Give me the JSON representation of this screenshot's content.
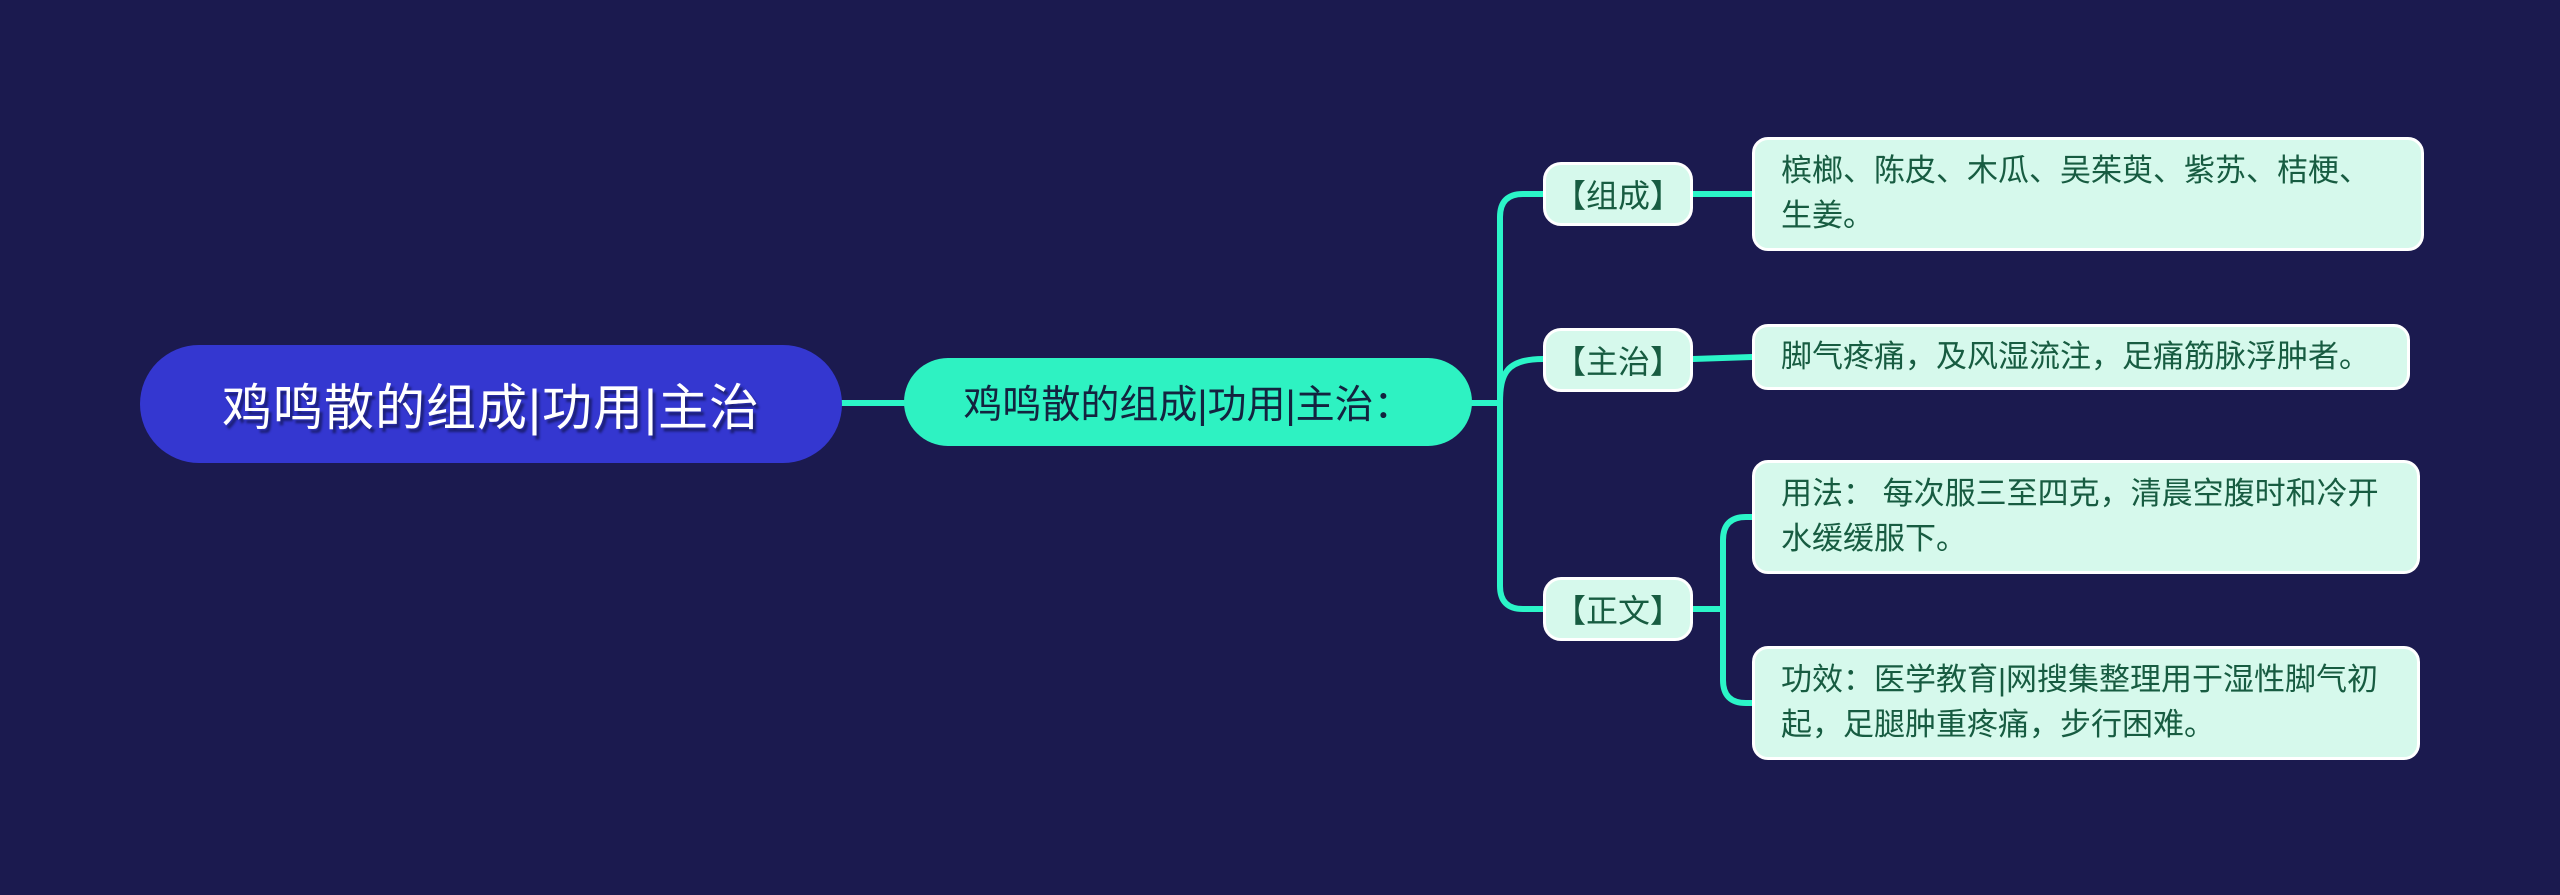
{
  "diagram": {
    "type": "mindmap",
    "title": "鸡鸣散的组成|功用|主治"
  },
  "colors": {
    "background": "#1b1a4f",
    "root_fill": "#3437d0",
    "root_text": "#ffffff",
    "topic_fill": "#2ef2c2",
    "topic_text": "#13233f",
    "branch_fill": "#d6f9ec",
    "branch_border": "#ffffff",
    "branch_text": "#175c41",
    "connector": "#2bf5c8"
  },
  "root": {
    "label": "鸡鸣散的组成|功用|主治"
  },
  "topic": {
    "label": "鸡鸣散的组成|功用|主治："
  },
  "branches": [
    {
      "label": "【组成】",
      "items": [
        {
          "text": "槟榔、陈皮、木瓜、吴茱萸、紫苏、桔梗、生姜。"
        }
      ]
    },
    {
      "label": "【主治】",
      "items": [
        {
          "text": "脚气疼痛，及风湿流注，足痛筋脉浮肿者。"
        }
      ]
    },
    {
      "label": "【正文】",
      "items": [
        {
          "text": "用法： 每次服三至四克，清晨空腹时和冷开水缓缓服下。"
        },
        {
          "text": "功效：医学教育|网搜集整理用于湿性脚气初起，足腿肿重疼痛，步行困难。"
        }
      ]
    }
  ]
}
